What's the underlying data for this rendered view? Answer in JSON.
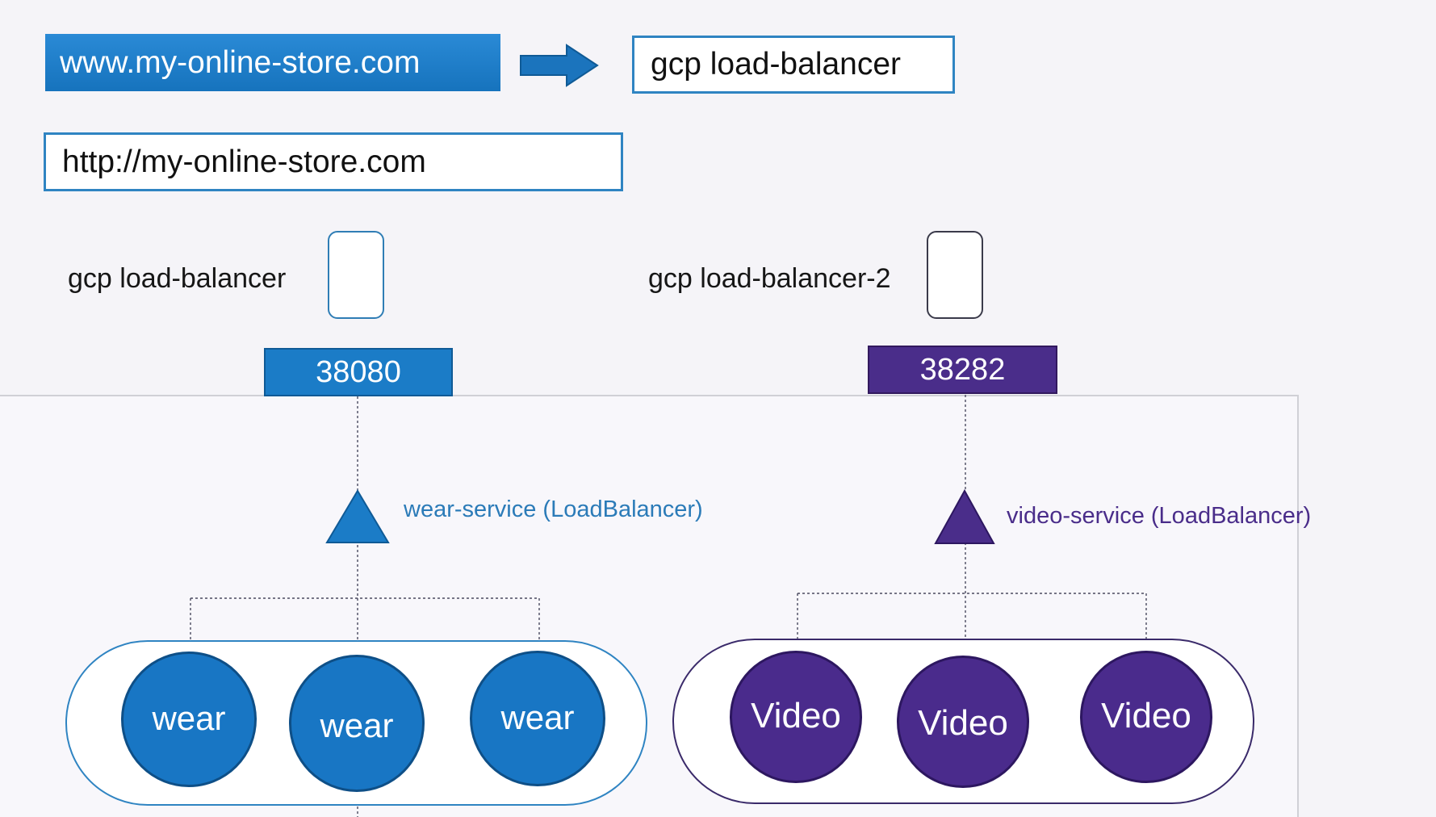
{
  "top": {
    "domain": "www.my-online-store.com",
    "lb": "gcp load-balancer",
    "url": "http://my-online-store.com"
  },
  "wear": {
    "lb_label": "gcp load-balancer",
    "port": "38080",
    "service_label": "wear-service (LoadBalancer)",
    "pods": [
      "wear",
      "wear",
      "wear"
    ],
    "color": "#1876c4"
  },
  "video": {
    "lb_label": "gcp load-balancer-2",
    "port": "38282",
    "service_label": "video-service (LoadBalancer)",
    "pods": [
      "Video",
      "Video",
      "Video"
    ],
    "color": "#4a2b8c"
  },
  "colors": {
    "accent_blue": "#1b7cc7",
    "accent_purple": "#4a2d8a",
    "border_blue": "#2f84c2"
  }
}
